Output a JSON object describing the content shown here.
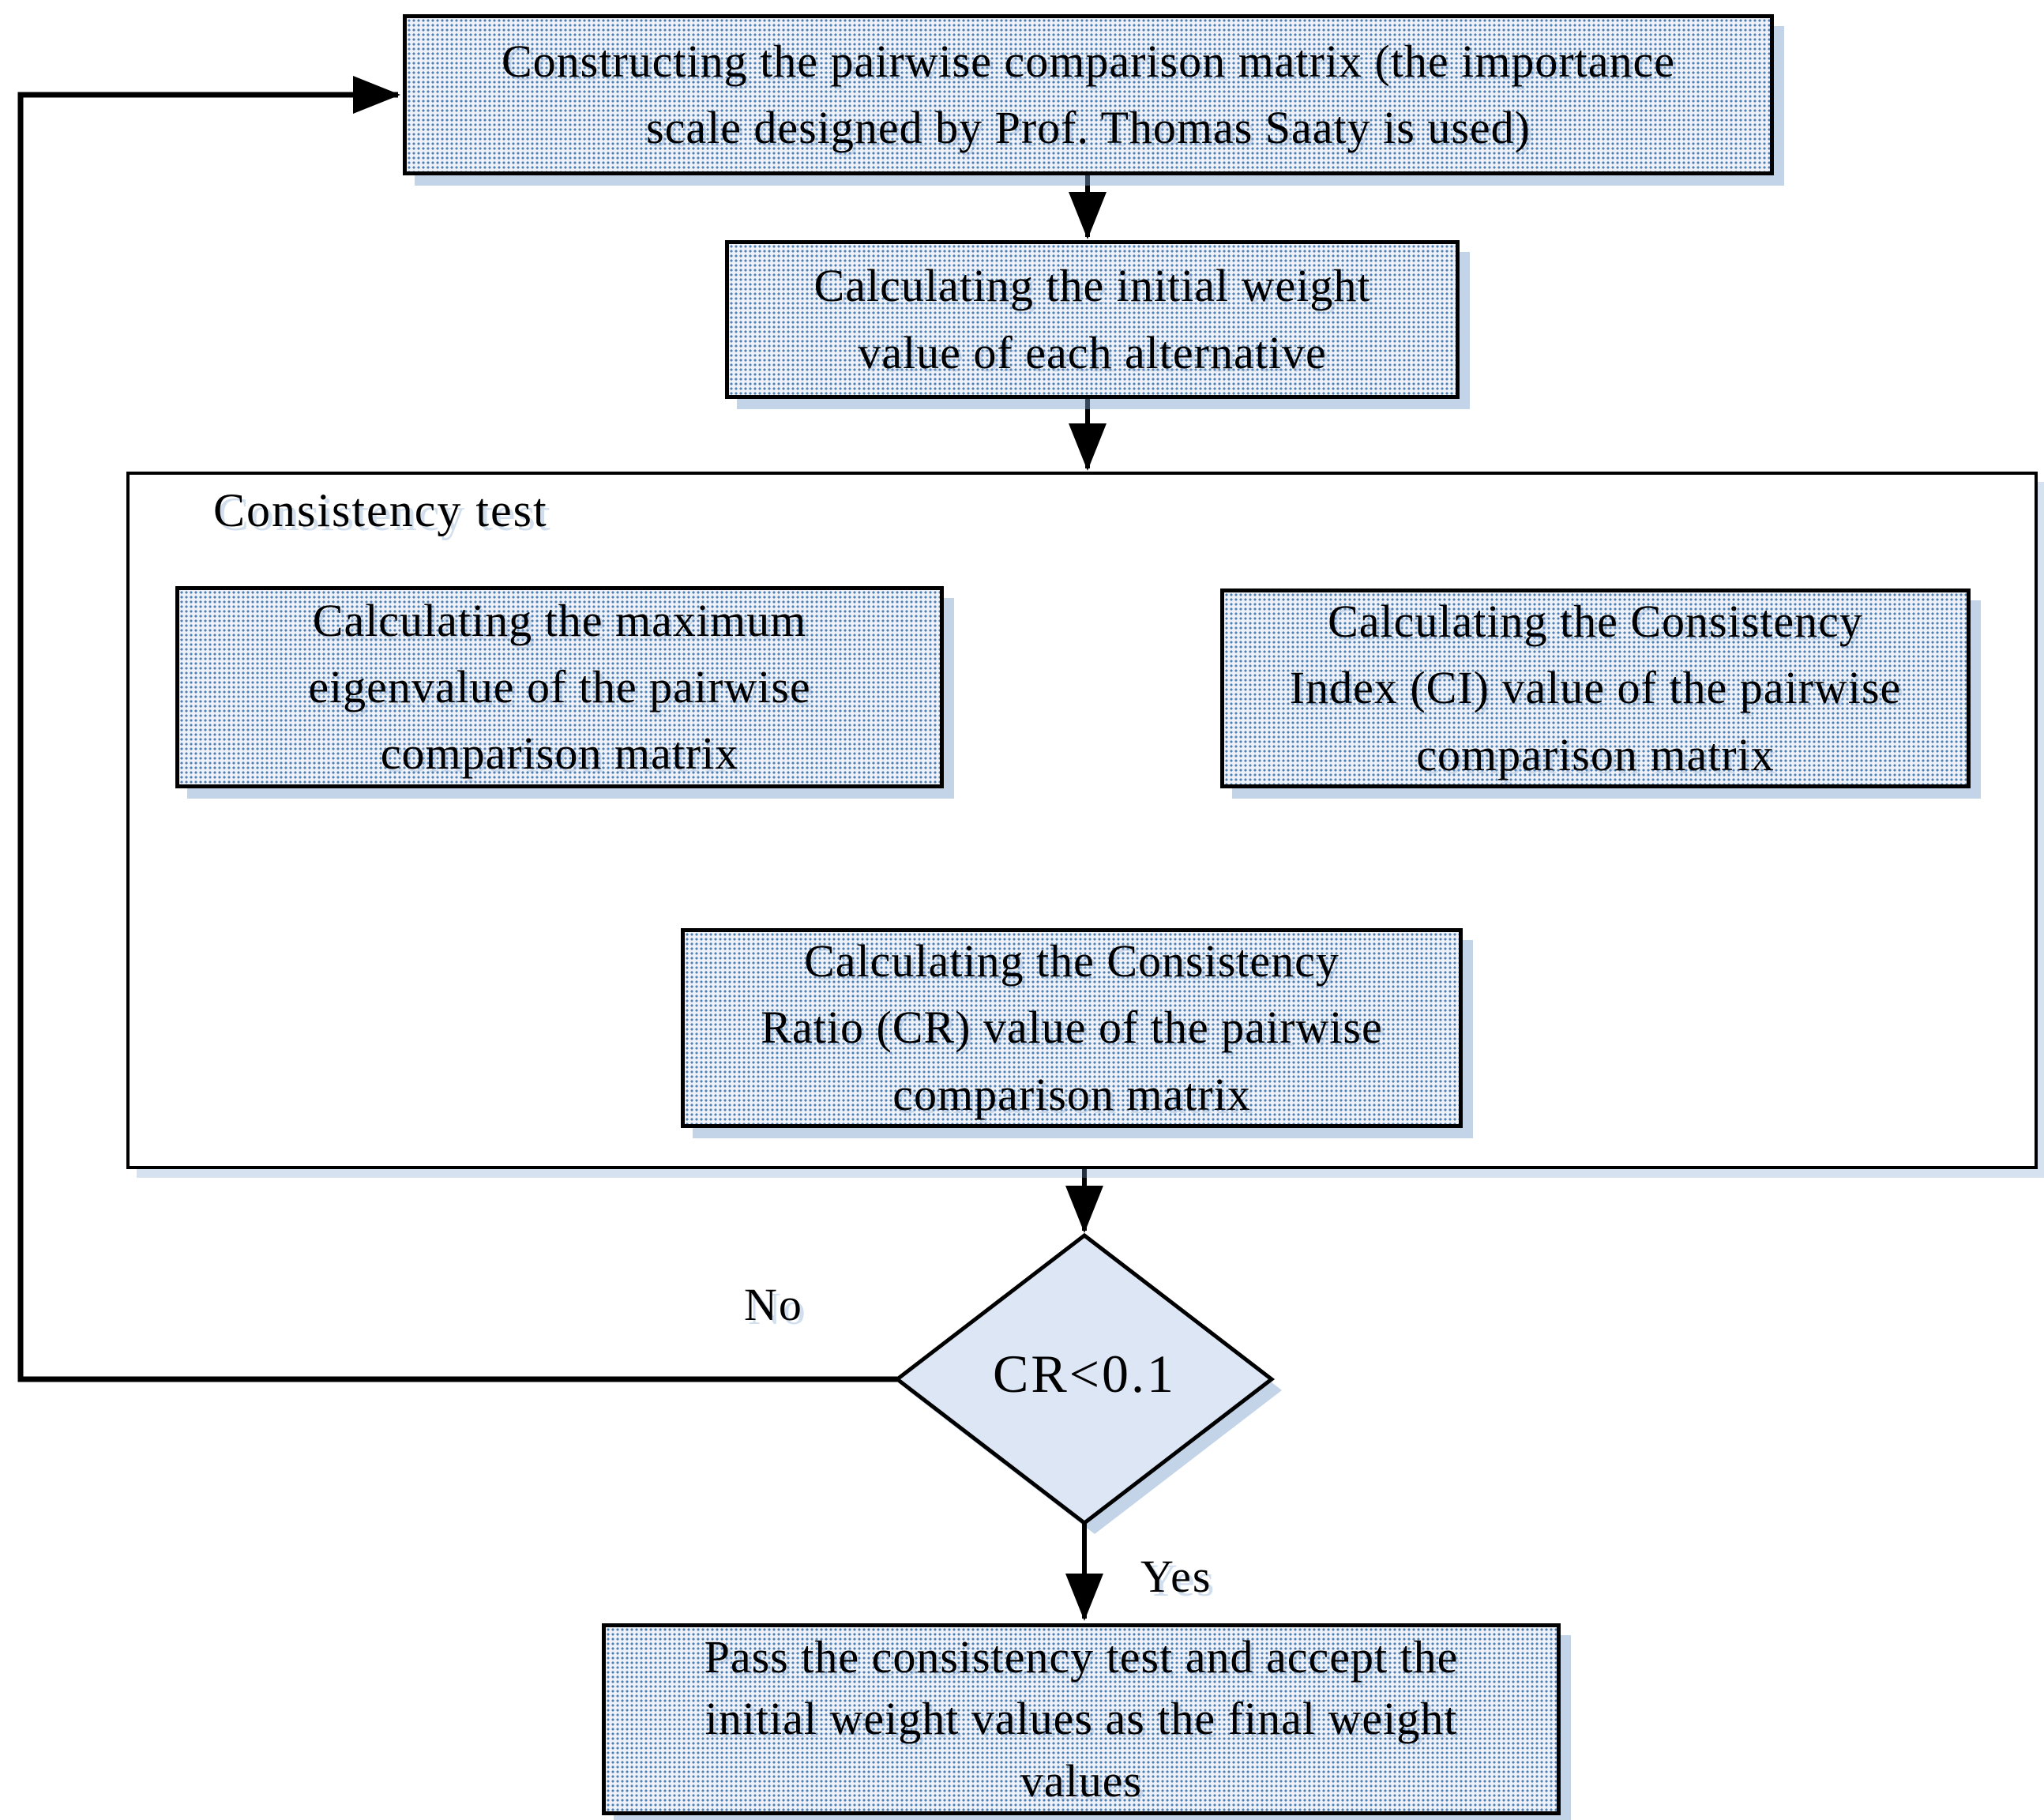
{
  "flowchart": {
    "nodes": {
      "construct_matrix": {
        "label": "Constructing the pairwise comparison matrix (the importance\nscale designed by Prof. Thomas Saaty is used)"
      },
      "initial_weight": {
        "label": "Calculating the initial weight\nvalue of each alternative"
      },
      "max_eigenvalue": {
        "label": "Calculating the maximum\neigenvalue of the pairwise\ncomparison matrix"
      },
      "consistency_index": {
        "label": "Calculating the Consistency\nIndex (CI) value of the pairwise\ncomparison matrix"
      },
      "consistency_ratio": {
        "label": "Calculating the Consistency\nRatio (CR) value of the pairwise\ncomparison matrix"
      },
      "decision": {
        "label": "CR<0.1"
      },
      "accept": {
        "label": "Pass the consistency test and accept the\ninitial weight values as the final weight\nvalues"
      }
    },
    "group": {
      "label": "Consistency test"
    },
    "edge_labels": {
      "no": "No",
      "yes": "Yes"
    },
    "colors": {
      "node_fill": "#ccdcec",
      "halftone_dot": "#346ca8",
      "diamond_fill": "#dce6f4",
      "line": "#000000",
      "shadow": "#7aa0ce"
    }
  }
}
